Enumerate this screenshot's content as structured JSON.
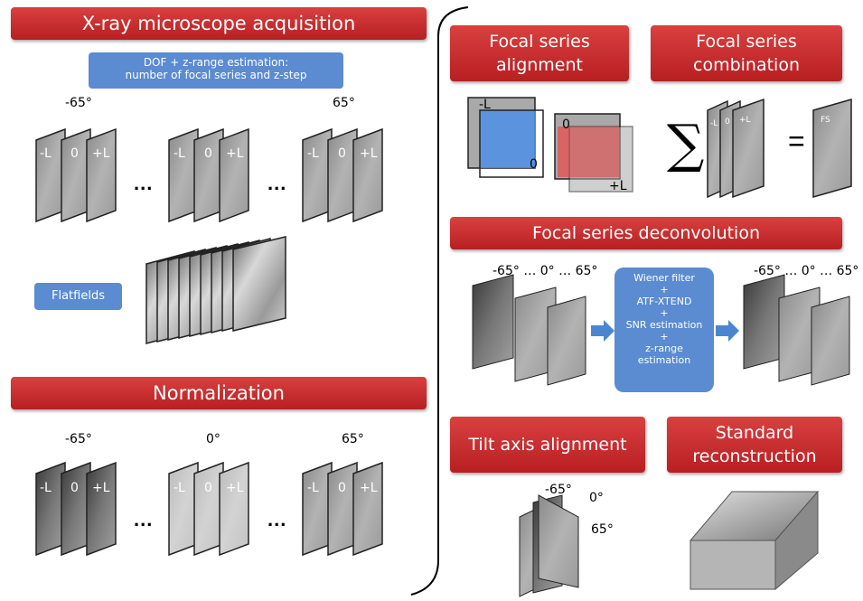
{
  "acquisition": {
    "title": "X-ray microscope acquisition",
    "dof_line1": "DOF + z-range estimation:",
    "dof_line2": "number of focal series and z-step",
    "angles": [
      "-65°",
      "65°"
    ],
    "slice_labels": [
      "-L",
      "0",
      "+L"
    ],
    "ellipsis": "...",
    "flatfields": "Flatfields"
  },
  "normalization": {
    "title": "Normalization",
    "angles": [
      "-65°",
      "0°",
      "65°"
    ],
    "slice_labels": [
      "-L",
      "0",
      "+L"
    ],
    "ellipsis": "..."
  },
  "focal_alignment": {
    "title_line1": "Focal series",
    "title_line2": "alignment",
    "labels": [
      "-L",
      "0",
      "0",
      "+L"
    ]
  },
  "focal_combination": {
    "title_line1": "Focal series",
    "title_line2": "combination",
    "sum_symbol": "∑",
    "equals": "=",
    "stack_labels": [
      "-L",
      "0",
      "+L"
    ],
    "result_label": "FS"
  },
  "deconvolution": {
    "title": "Focal series deconvolution",
    "angle_range_in": "-65° … 0° … 65°",
    "angle_range_out": "-65° … 0° … 65°",
    "steps": [
      "Wiener filter",
      "+",
      "ATF-XTEND",
      "+",
      "SNR estimation",
      "+",
      "z-range",
      "estimation"
    ]
  },
  "tilt_axis": {
    "title": "Tilt axis alignment",
    "angles": [
      "-65°",
      "0°",
      "65°"
    ]
  },
  "reconstruction": {
    "title_line1": "Standard",
    "title_line2": "reconstruction"
  },
  "colors": {
    "banner": "#c0282a",
    "blue_box": "#5b8bd0",
    "overlay_blue": "#4f8fe8",
    "overlay_red": "#e05a5a"
  }
}
